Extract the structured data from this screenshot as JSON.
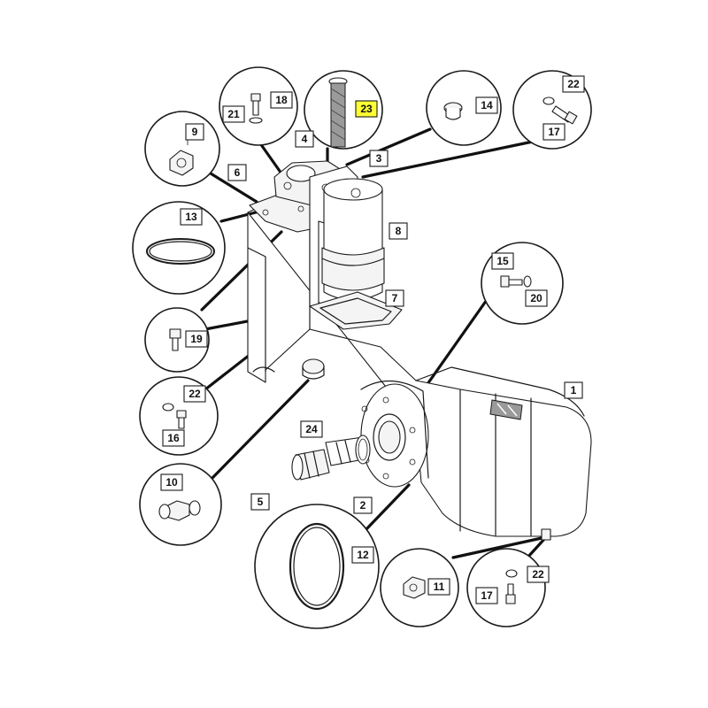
{
  "labels": {
    "l1": "1",
    "l2": "2",
    "l3": "3",
    "l4": "4",
    "l5": "5",
    "l6": "6",
    "l7": "7",
    "l8": "8",
    "l9": "9",
    "l10": "10",
    "l11": "11",
    "l12": "12",
    "l13": "13",
    "l14": "14",
    "l15": "15",
    "l16": "16",
    "l17a": "17",
    "l17b": "17",
    "l18": "18",
    "l19": "19",
    "l20": "20",
    "l21": "21",
    "l22a": "22",
    "l22b": "22",
    "l22c": "22",
    "l23": "23",
    "l24": "24"
  },
  "highlight": {
    "part": "23",
    "color": "#ffff33"
  }
}
